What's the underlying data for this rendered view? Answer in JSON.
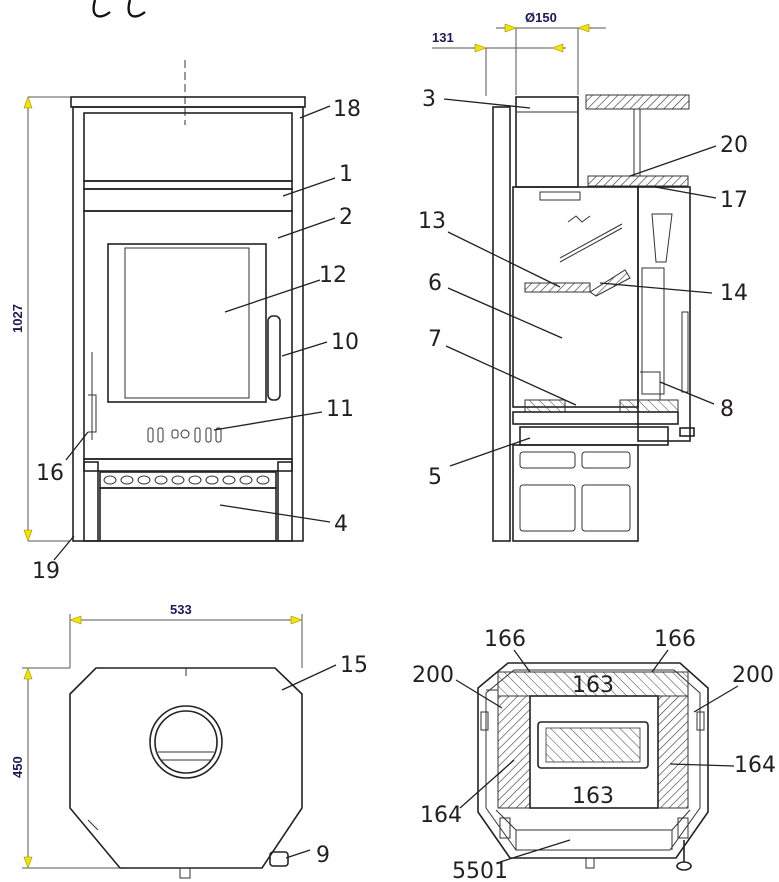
{
  "dimensions": {
    "height_front": "1027",
    "chimney_offset": "131",
    "flue_diameter": "Ø150",
    "width_top": "533",
    "depth_top": "450"
  },
  "labels": {
    "front": [
      "1",
      "2",
      "4",
      "10",
      "11",
      "12",
      "16",
      "18",
      "19"
    ],
    "side": [
      "3",
      "5",
      "6",
      "7",
      "8",
      "13",
      "14",
      "17",
      "20"
    ],
    "top": [
      "9",
      "15"
    ],
    "section": [
      "166",
      "166",
      "163",
      "163",
      "164",
      "164",
      "200",
      "200",
      "5501"
    ]
  }
}
